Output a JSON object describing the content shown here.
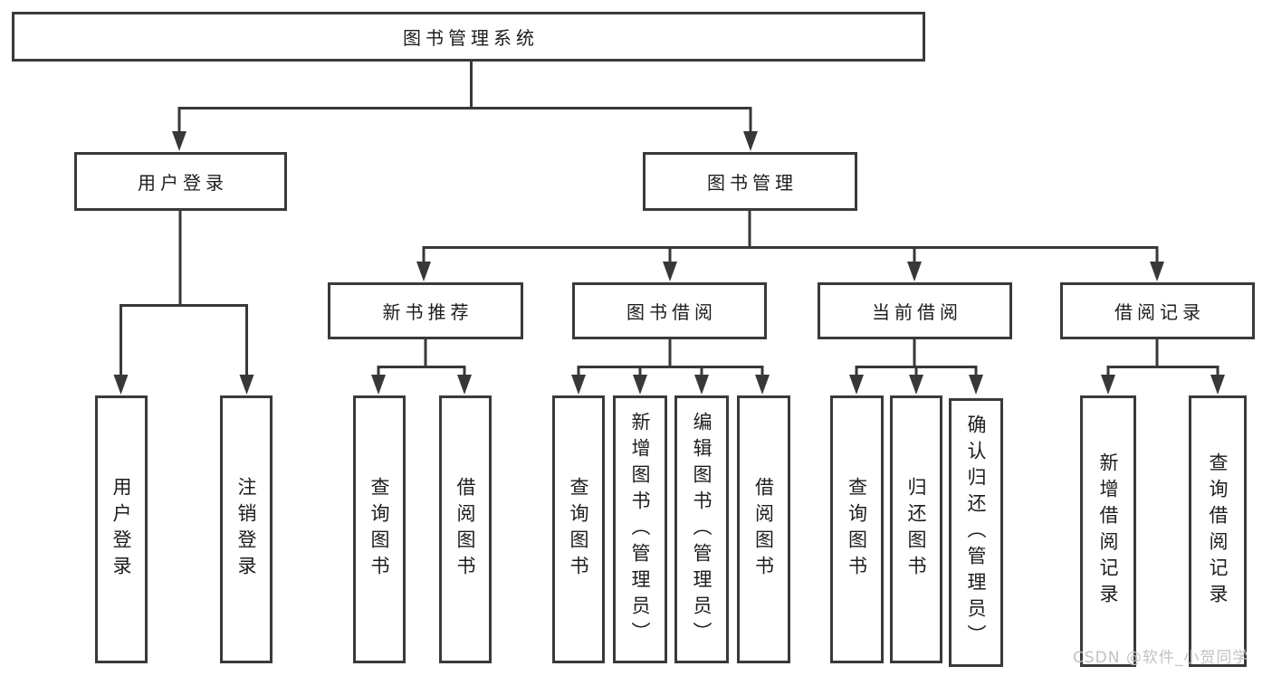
{
  "diagram_type": "functional-structure-tree",
  "colors": {
    "line": "#383838",
    "box_border": "#3a3a3a",
    "text": "#1d1d1d",
    "watermark": "#c2c2c2",
    "background": "#ffffff"
  },
  "tree": {
    "root": "图书管理系统",
    "children": [
      {
        "label": "用户登录",
        "children": [
          {
            "label": "用户登录"
          },
          {
            "label": "注销登录"
          }
        ]
      },
      {
        "label": "图书管理",
        "children": [
          {
            "label": "新书推荐",
            "children": [
              {
                "label": "查询图书"
              },
              {
                "label": "借阅图书"
              }
            ]
          },
          {
            "label": "图书借阅",
            "children": [
              {
                "label": "查询图书"
              },
              {
                "label": "新增图书（管理员）"
              },
              {
                "label": "编辑图书（管理员）"
              },
              {
                "label": "借阅图书"
              }
            ]
          },
          {
            "label": "当前借阅",
            "children": [
              {
                "label": "查询图书"
              },
              {
                "label": "归还图书"
              },
              {
                "label": "确认归还（管理员）"
              }
            ]
          },
          {
            "label": "借阅记录",
            "children": [
              {
                "label": "新增借阅记录"
              },
              {
                "label": "查询借阅记录"
              }
            ]
          }
        ]
      }
    ]
  },
  "watermark": "CSDN @软件_小贺同学"
}
